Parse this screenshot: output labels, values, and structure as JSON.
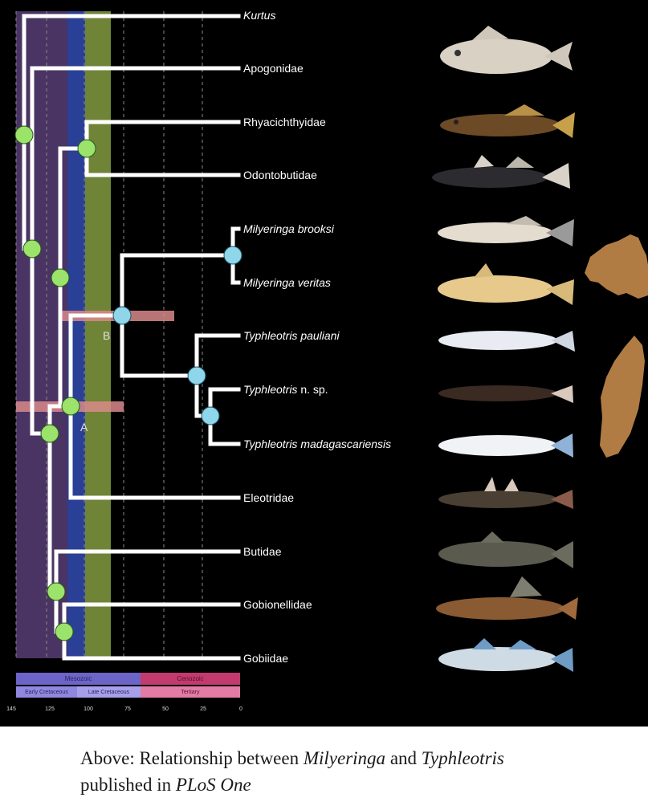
{
  "taxa": [
    {
      "name": "Kurtus",
      "italic": true
    },
    {
      "name": "Apogonidae",
      "italic": false
    },
    {
      "name": "Rhyacichthyidae",
      "italic": false
    },
    {
      "name": "Odontobutidae",
      "italic": false
    },
    {
      "name": "Milyeringa brooksi",
      "italic": true
    },
    {
      "name": "Milyeringa veritas",
      "italic": true
    },
    {
      "name": "Typhleotris pauliani",
      "italic": true
    },
    {
      "name": "Typhleotris",
      "italic": true,
      "suffix": " n. sp."
    },
    {
      "name": "Typhleotris madagascariensis",
      "italic": true
    },
    {
      "name": "Eleotridae",
      "italic": false
    },
    {
      "name": "Butidae",
      "italic": false
    },
    {
      "name": "Gobionellidae",
      "italic": false
    },
    {
      "name": "Gobiidae",
      "italic": false
    }
  ],
  "node_labels": {
    "a": "A",
    "b": "B"
  },
  "timescale": {
    "eras": [
      {
        "name": "Mesozoic",
        "color": "#6d64c8"
      },
      {
        "name": "Cenozoic",
        "color": "#c23a6e"
      }
    ],
    "periods": [
      {
        "name": "Early Cretaceous",
        "color": "#8f87e0"
      },
      {
        "name": "Late Cretaceous",
        "color": "#a79fea"
      },
      {
        "name": "Tertiary",
        "color": "#e27ca6"
      }
    ],
    "ticks": [
      "145",
      "125",
      "100",
      "75",
      "50",
      "25",
      "0"
    ]
  },
  "colors": {
    "background": "#000000",
    "branch": "#ffffff",
    "node_green": "#9be36b",
    "node_blue": "#8fd6ea",
    "band_purple": "#4a3463",
    "band_blue": "#2a3f96",
    "band_green": "#6f8437",
    "ci_bar": "#d98a8a",
    "landmass": "#b07c44"
  },
  "caption": {
    "prefix": "Above: Relationship between ",
    "genus1": "Milyeringa",
    "conj": " and ",
    "genus2": "Typhleotris",
    "line2_prefix": "published in ",
    "journal": "PLoS One"
  }
}
